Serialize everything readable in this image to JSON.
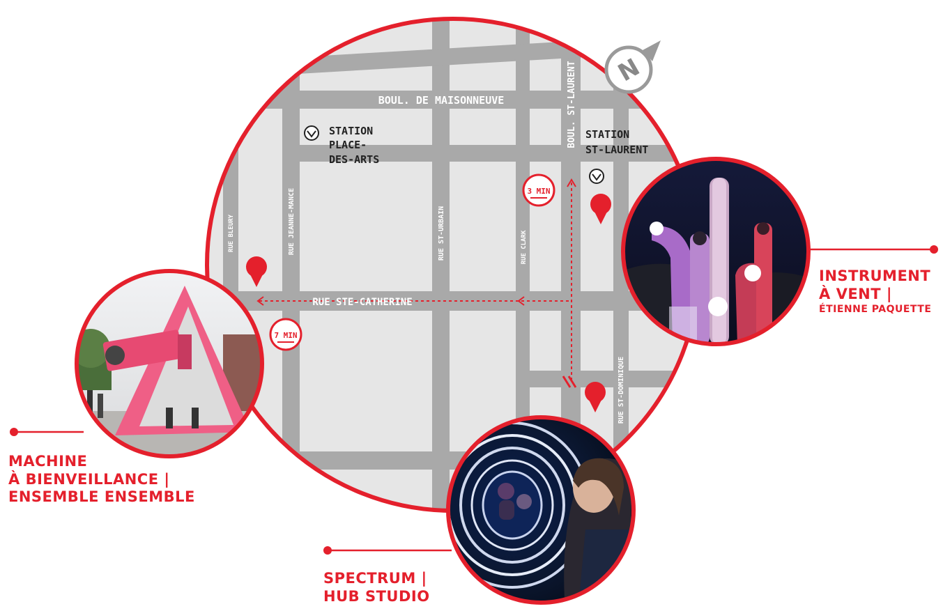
{
  "colors": {
    "accent": "#e4202c",
    "map_bg": "#e6e6e6",
    "block": "#ebebeb",
    "street": "#a9a9a9"
  },
  "icons": [
    "compass-north-icon",
    "metro-icon",
    "map-pin-icon",
    "walk-route-arrow-icon"
  ],
  "streets": {
    "maisonneuve": "BOUL. DE MAISONNEUVE",
    "ste_catherine": "RUE STE-CATHERINE",
    "st_laurent": "BOUL. ST-LAURENT",
    "jeanne_mance": "RUE JEANNE-MANCE",
    "st_urbain": "RUE ST-URBAIN",
    "clark": "RUE CLARK",
    "bleury": "RUE BLEURY",
    "st_dominique": "RUE ST-DOMINIQUE"
  },
  "stations": {
    "place_des_arts": [
      "STATION",
      "PLACE-",
      "DES-ARTS"
    ],
    "st_laurent": [
      "STATION",
      "ST-LAURENT"
    ]
  },
  "walk_times": {
    "east": "3 MIN",
    "west": "7 MIN"
  },
  "compass": {
    "letter": "N"
  },
  "installations": {
    "instrument": {
      "title1": "INSTRUMENT",
      "title2": "À VENT |",
      "artist": "ÉTIENNE PAQUETTE"
    },
    "machine": {
      "title1": "MACHINE",
      "title2": "À BIENVEILLANCE |",
      "artist": "ENSEMBLE ENSEMBLE"
    },
    "spectrum": {
      "title": "SPECTRUM |",
      "artist": "HUB STUDIO"
    }
  }
}
